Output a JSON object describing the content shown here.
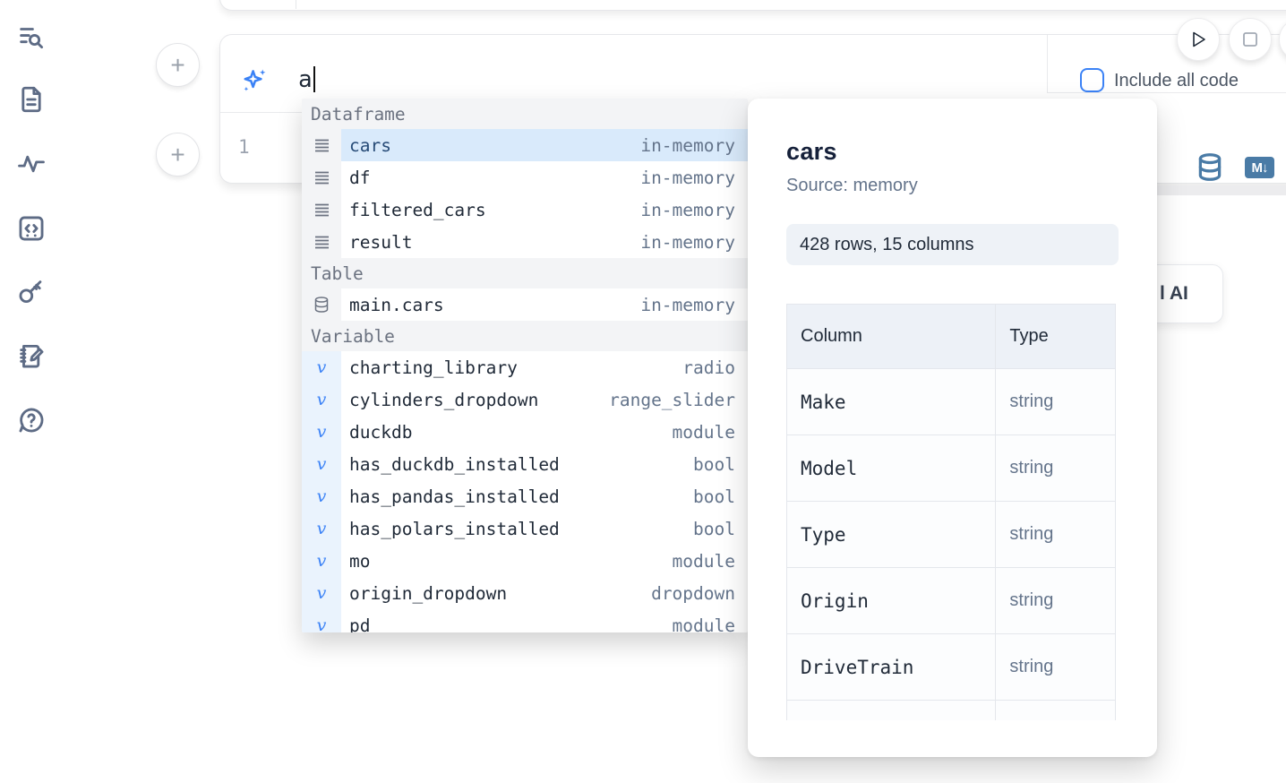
{
  "sidebar": {
    "items": [
      {
        "icon": "toc-search"
      },
      {
        "icon": "file-document"
      },
      {
        "icon": "activity"
      },
      {
        "icon": "code-snippet"
      },
      {
        "icon": "key"
      },
      {
        "icon": "scratchpad"
      },
      {
        "icon": "help"
      }
    ]
  },
  "toolbar": {
    "run_button": "run",
    "stop_button": "stop"
  },
  "cell": {
    "add_button_label": "+",
    "prompt_value": "a",
    "include_all_code_label": "Include all code",
    "include_all_code_checked": false,
    "line_number": "1",
    "icons": [
      "database",
      "markdown-export"
    ],
    "markdown_badge_text": "M↓"
  },
  "autocomplete": {
    "sections": [
      {
        "label": "Dataframe",
        "rows": [
          {
            "name": "cars",
            "type": "in-memory",
            "icon": "dataframe",
            "selected": true
          },
          {
            "name": "df",
            "type": "in-memory",
            "icon": "dataframe"
          },
          {
            "name": "filtered_cars",
            "type": "in-memory",
            "icon": "dataframe"
          },
          {
            "name": "result",
            "type": "in-memory",
            "icon": "dataframe"
          }
        ]
      },
      {
        "label": "Table",
        "rows": [
          {
            "name": "main.cars",
            "type": "in-memory",
            "icon": "table-database"
          }
        ]
      },
      {
        "label": "Variable",
        "rows": [
          {
            "name": "charting_library",
            "type": "radio",
            "icon": "variable"
          },
          {
            "name": "cylinders_dropdown",
            "type": "range_slider",
            "icon": "variable"
          },
          {
            "name": "duckdb",
            "type": "module",
            "icon": "variable"
          },
          {
            "name": "has_duckdb_installed",
            "type": "bool",
            "icon": "variable"
          },
          {
            "name": "has_pandas_installed",
            "type": "bool",
            "icon": "variable"
          },
          {
            "name": "has_polars_installed",
            "type": "bool",
            "icon": "variable"
          },
          {
            "name": "mo",
            "type": "module",
            "icon": "variable"
          },
          {
            "name": "origin_dropdown",
            "type": "dropdown",
            "icon": "variable"
          },
          {
            "name": "pd",
            "type": "module",
            "icon": "variable",
            "clipped": true
          }
        ]
      }
    ]
  },
  "popup": {
    "title": "cars",
    "source": "Source: memory",
    "shape": "428 rows, 15 columns",
    "table": {
      "headers": [
        "Column",
        "Type"
      ],
      "rows": [
        [
          "Make",
          "string"
        ],
        [
          "Model",
          "string"
        ],
        [
          "Type",
          "string"
        ],
        [
          "Origin",
          "string"
        ],
        [
          "DriveTrain",
          "string"
        ]
      ],
      "has_clipped_row": true
    }
  },
  "ai_button": {
    "visible_text": "l AI"
  },
  "colors": {
    "accent_blue": "#3b82f6",
    "steel_blue": "#4a7ba6",
    "selected_row_bg": "#d9eafb",
    "section_header_bg": "#f3f4f6",
    "variable_gutter_bg": "#eaf3fd",
    "badge_bg": "#eef2f7"
  }
}
